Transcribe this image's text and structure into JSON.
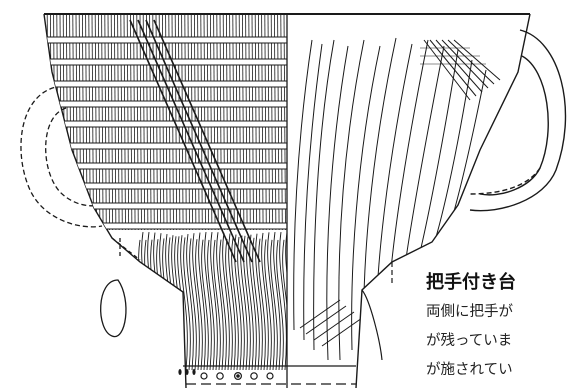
{
  "caption": {
    "title": "把手付き台",
    "lines": [
      "両側に把手が",
      "が残っていま",
      "が施されてい"
    ]
  },
  "drawing": {
    "subject": "two-handled pedestal vessel, archaeological line drawing",
    "colors": {
      "ink": "#1a1a1a",
      "background": "#ffffff"
    }
  }
}
